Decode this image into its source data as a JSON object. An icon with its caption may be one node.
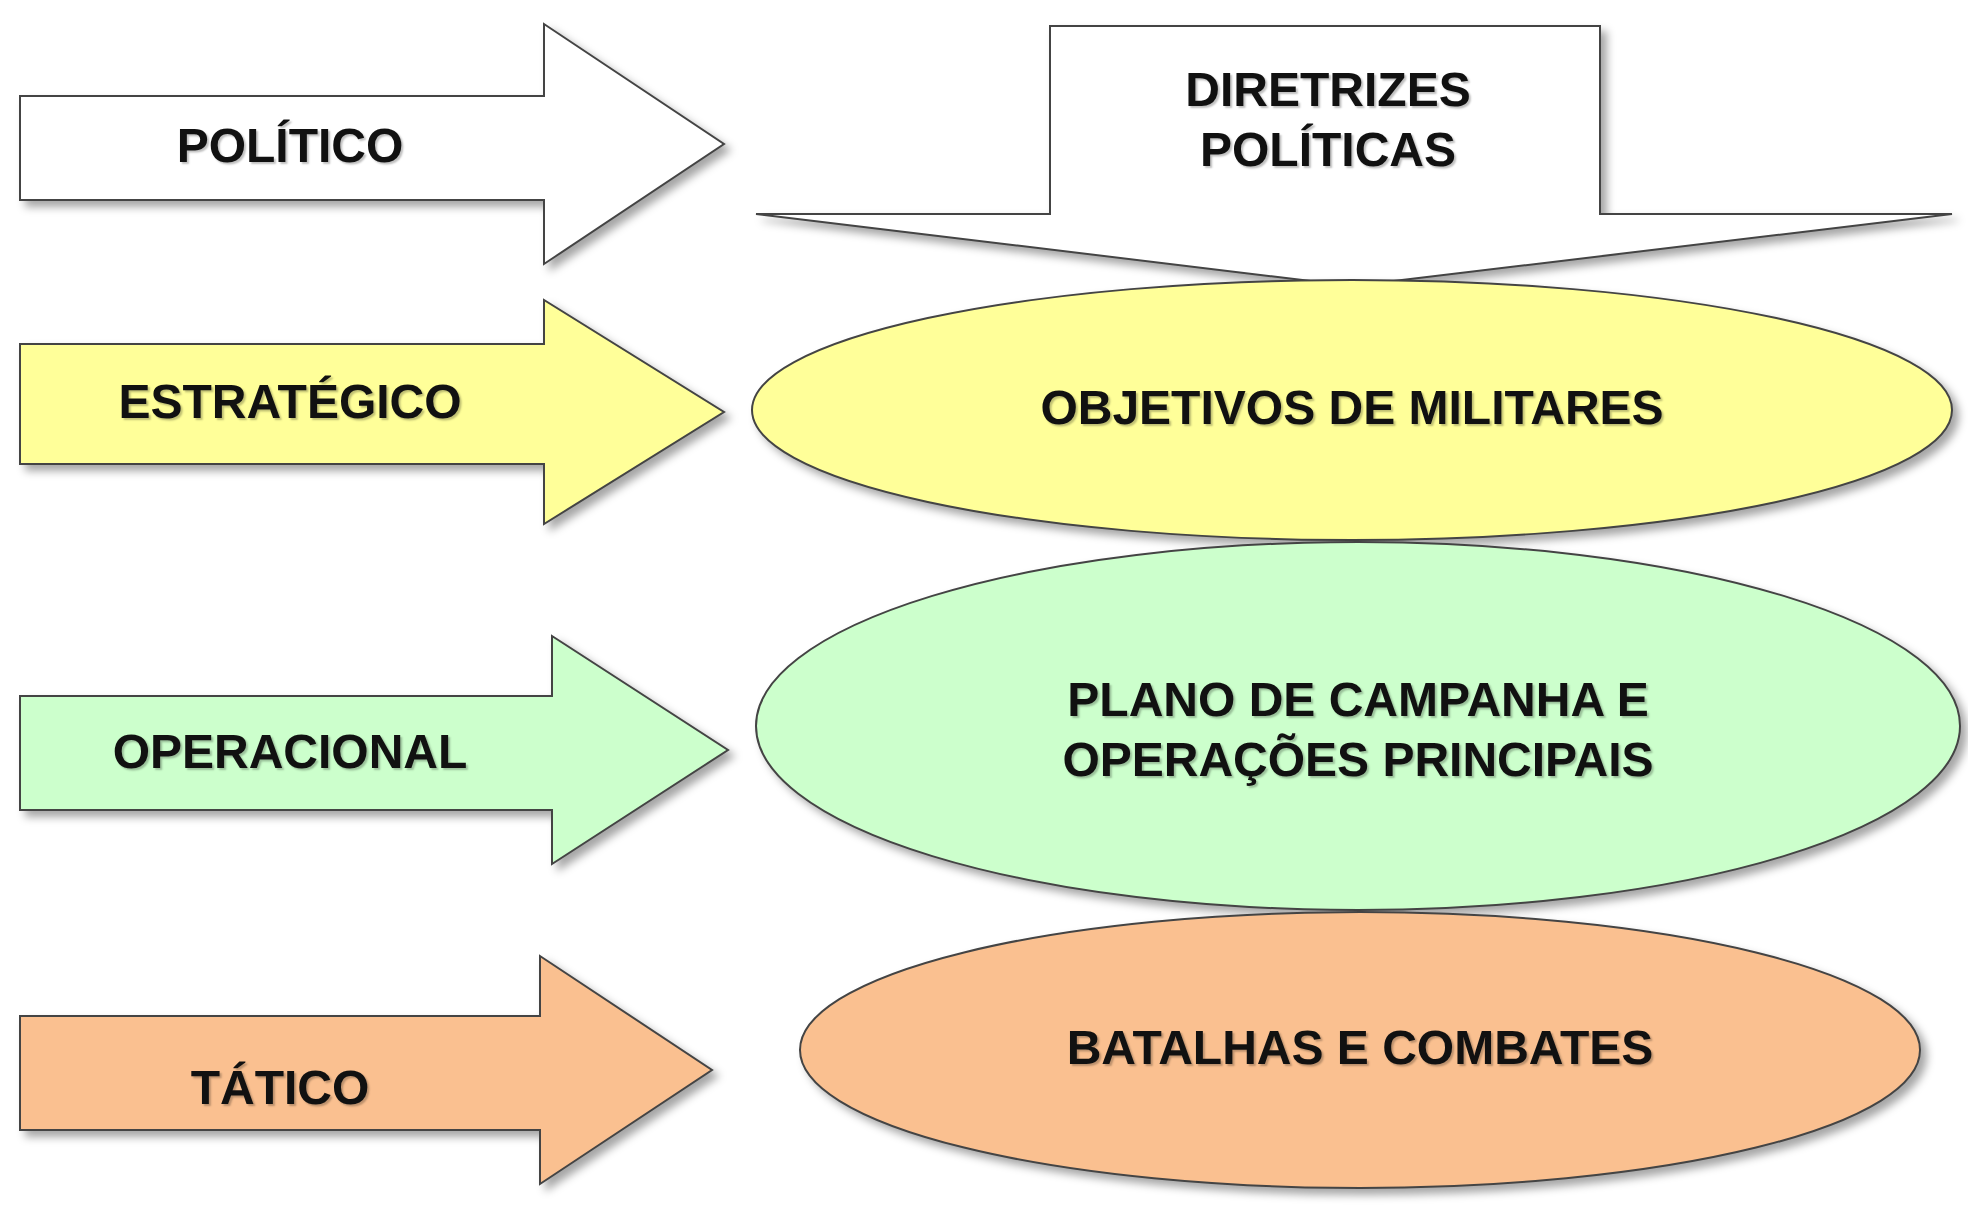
{
  "diagram": {
    "nodes": [
      {
        "text": [
          "POLÍTICO"
        ]
      },
      {
        "text": [
          "DIRETRIZES POLÍTICAS"
        ]
      },
      {
        "text": [
          "ESTRATÉGICO"
        ]
      },
      {
        "text": [
          "OBJETIVOS DE MILITARES"
        ]
      },
      {
        "text": [
          "OPERACIONAL"
        ]
      },
      {
        "text": [
          "PLANO DE CAMPANHA E OPERAÇÕES PRINCIPAIS"
        ]
      },
      {
        "text": [
          "TÁTICO"
        ]
      },
      {
        "text": [
          "BATALHAS E COMBATES"
        ]
      }
    ]
  }
}
